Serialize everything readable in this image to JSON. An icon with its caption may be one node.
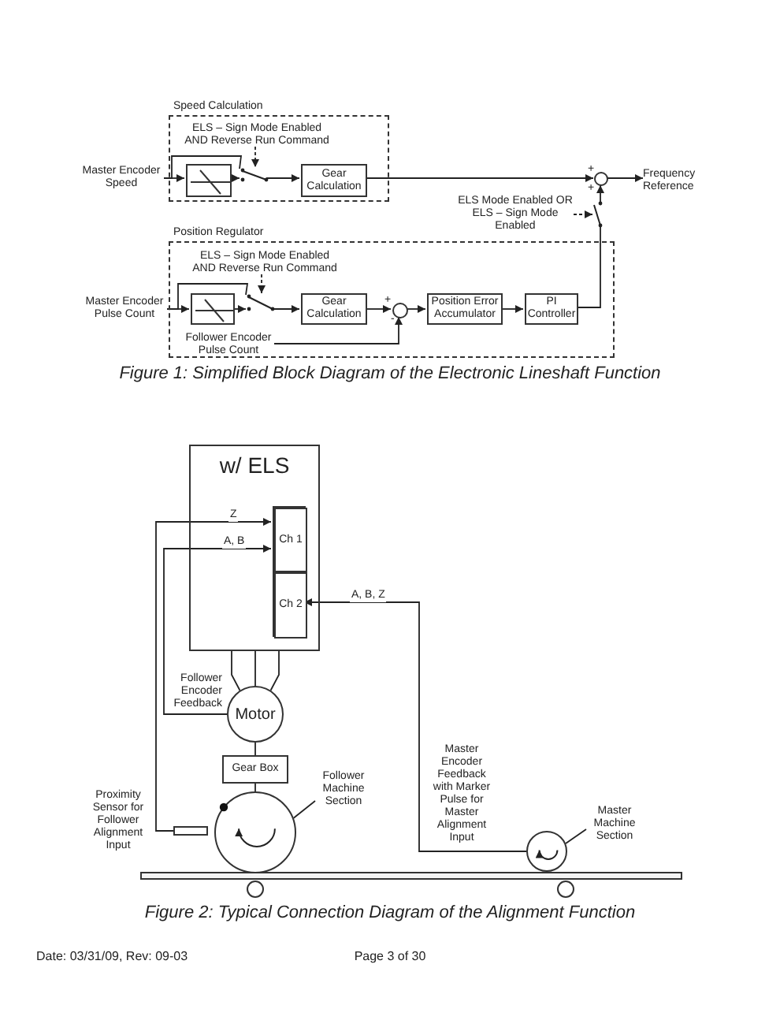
{
  "diagram": {
    "nodes": [
      {
        "text": [
          "Speed Calculation"
        ]
      },
      {
        "text": [
          "Master Encoder Speed"
        ]
      },
      {
        "text": [],
        "shape": "box",
        "in": 0
      },
      {
        "text": [],
        "shape": "switch",
        "in": 0
      },
      {
        "text": [
          "ELS – Sign Mode Enabled AND Reverse Run Command"
        ],
        "in": 0
      },
      {
        "text": [
          "Gear Calculation"
        ],
        "in": 0
      },
      {
        "text": [],
        "shape": "circle"
      },
      {
        "text": [
          "Frequency Reference"
        ]
      },
      {
        "text": [
          "Position Regulator"
        ]
      },
      {
        "text": [
          "ELS – Sign Mode Enabled AND Reverse Run Command"
        ],
        "in": 8
      },
      {
        "text": [
          "Master Encoder Pulse Count"
        ]
      },
      {
        "text": [],
        "shape": "box",
        "in": 8
      },
      {
        "text": [],
        "shape": "switch",
        "in": 8
      },
      {
        "text": [
          "Gear Calculation"
        ],
        "in": 8
      },
      {
        "text": [],
        "shape": "circle",
        "in": 8
      },
      {
        "text": [
          "Position Error Accumulator"
        ],
        "in": 8
      },
      {
        "text": [
          "PI Controller"
        ],
        "in": 8
      },
      {
        "text": [
          "Follower Encoder Pulse Count"
        ],
        "in": 8
      },
      {
        "text": [],
        "shape": "switch"
      },
      {
        "text": [
          "ELS Mode Enabled OR ELS – Sign Mode Enabled"
        ]
      },
      {
        "text": [
          "w/ ELS"
        ]
      },
      {
        "text": [],
        "shape": "box",
        "in": 20
      },
      {
        "text": [
          "Ch 1"
        ],
        "in": 21
      },
      {
        "text": [
          "Ch 2"
        ],
        "in": 21
      },
      {
        "text": [
          "Motor"
        ]
      },
      {
        "text": [
          "Gear Box"
        ]
      },
      {
        "text": [],
        "shape": "circle"
      },
      {
        "text": [
          "Follower Machine Section"
        ]
      },
      {
        "text": [],
        "shape": "box",
        "beside": [
          "Proximity Sensor for Follower Alignment Input"
        ]
      },
      {
        "text": [],
        "shape": "circle"
      },
      {
        "text": [
          "Master Machine Section"
        ]
      },
      {
        "text": [],
        "shape": "bar"
      }
    ],
    "edges": [
      {
        "from": 1,
        "to": 2,
        "arrow": "to"
      },
      {
        "from": 1,
        "to": 3,
        "arrow": "none"
      },
      {
        "from": 2,
        "to": 3,
        "arrow": "to"
      },
      {
        "from": 4,
        "to": 3,
        "arrow": "to",
        "style": "dashed"
      },
      {
        "from": 3,
        "to": 5,
        "arrow": "to"
      },
      {
        "from": 5,
        "to": 6,
        "arrow": "to"
      },
      {
        "from": 6,
        "to": 7,
        "arrow": "to"
      },
      {
        "from": 18,
        "to": 6,
        "arrow": "to"
      },
      {
        "from": 19,
        "to": 18,
        "arrow": "to",
        "style": "dashed"
      },
      {
        "from": 16,
        "to": 18,
        "arrow": "none"
      },
      {
        "from": 10,
        "to": 11,
        "arrow": "to"
      },
      {
        "from": 10,
        "to": 12,
        "arrow": "none"
      },
      {
        "from": 11,
        "to": 12,
        "arrow": "to"
      },
      {
        "from": 9,
        "to": 12,
        "arrow": "to",
        "style": "dashed"
      },
      {
        "from": 12,
        "to": 13,
        "arrow": "to"
      },
      {
        "from": 13,
        "to": 14,
        "arrow": "to"
      },
      {
        "from": 17,
        "to": 14,
        "arrow": "to"
      },
      {
        "from": 14,
        "to": 15,
        "arrow": "to"
      },
      {
        "from": 15,
        "to": 16,
        "arrow": "to"
      },
      {
        "from": 28,
        "to": 22,
        "arrow": "to",
        "label": "Z"
      },
      {
        "from": 24,
        "to": 22,
        "arrow": "to",
        "label": "A, B"
      },
      {
        "from": 29,
        "to": 23,
        "arrow": "to",
        "label": "A, B, Z"
      },
      {
        "from": 20,
        "to": 24,
        "arrow": "none"
      },
      {
        "from": 20,
        "to": 24,
        "arrow": "none"
      },
      {
        "from": 20,
        "to": 24,
        "arrow": "none"
      },
      {
        "from": 24,
        "to": 25,
        "arrow": "none"
      },
      {
        "from": 25,
        "to": 26,
        "arrow": "none"
      },
      {
        "from": 27,
        "to": 26,
        "arrow": "none"
      },
      {
        "from": 30,
        "to": 29,
        "arrow": "none"
      }
    ],
    "labels": [
      "+",
      "+",
      "+",
      "-",
      "Figure 1: Simplified Block Diagram of the Electronic Lineshaft Function",
      "Follower Encoder Feedback",
      "Master Encoder Feedback with Marker Pulse for Master Alignment Input",
      "Figure 2: Typical Connection Diagram of the Alignment Function",
      "Date: 03/31/09, Rev: 09-03",
      "Page 3 of 30"
    ]
  }
}
